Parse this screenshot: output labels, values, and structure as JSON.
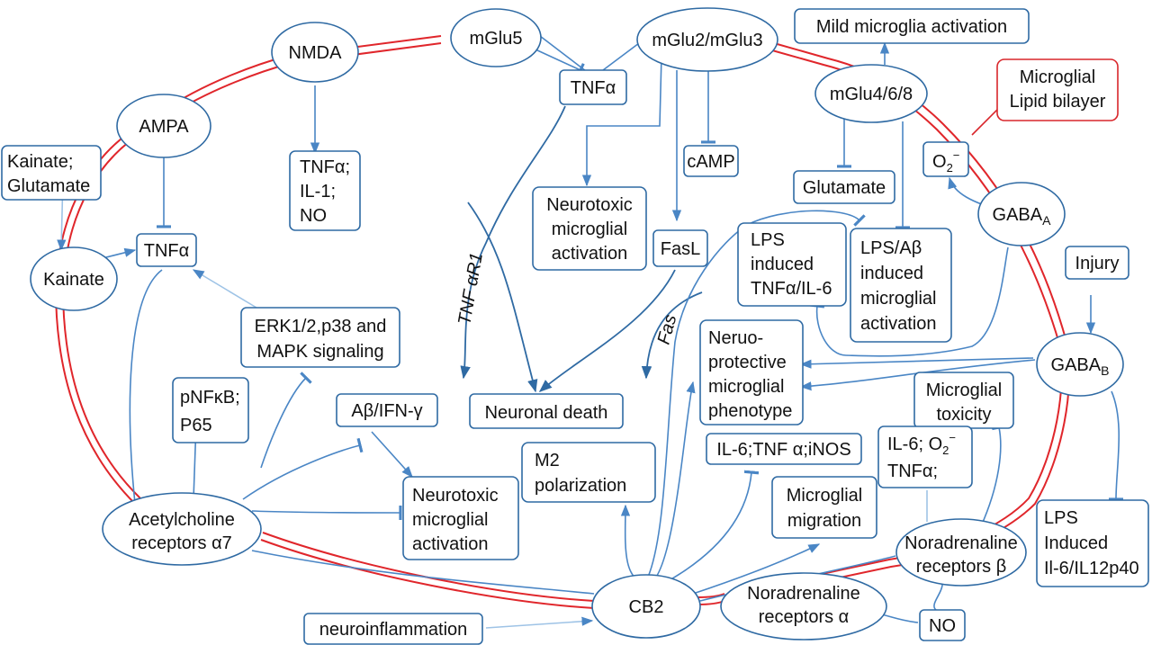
{
  "nodes": {
    "nmda": "NMDA",
    "mglu5": "mGlu5",
    "mglu23": "mGlu2/mGlu3",
    "mglu468": "mGlu4/6/8",
    "ampa": "AMPA",
    "kainate": "Kainate",
    "gabaa": {
      "main": "GABA",
      "sub": "A"
    },
    "gabab": {
      "main": "GABA",
      "sub": "B"
    },
    "ach": [
      "Acetylcholine",
      "receptors α7"
    ],
    "cb2": "CB2",
    "nor_b": [
      "Noradrenaline",
      "receptors β"
    ],
    "nor_a": [
      "Noradrenaline",
      "receptors α"
    ]
  },
  "boxes": {
    "mild_activation": "Mild microglia activation",
    "lipid_bilayer": [
      "Microglial",
      "Lipid bilayer"
    ],
    "tnfa_top": "TNFα",
    "tnf_il1_no": [
      "TNFα;",
      "IL-1;",
      "NO"
    ],
    "camp": "cAMP",
    "o2": {
      "main": "O",
      "sub": "2",
      "sup": "−"
    },
    "glutamate": "Glutamate",
    "kainate_glutamate": [
      "Kainate;",
      "Glutamate"
    ],
    "tnfa_left": "TNFα",
    "neurotoxic_top": [
      "Neurotoxic",
      "microglial",
      "activation"
    ],
    "fasl": "FasL",
    "lps_tnf_il6": [
      "LPS",
      "induced",
      "TNFα/IL-6"
    ],
    "lps_abeta": [
      "LPS/Aβ",
      "induced",
      "microglial",
      "activation"
    ],
    "injury": "Injury",
    "erk": [
      "ERK1/2,p38 and",
      "MAPK signaling"
    ],
    "neuroprotective": [
      "Neruo-",
      "protective",
      "microglial",
      "phenotype"
    ],
    "neuronal_death": "Neuronal death",
    "pnfkb": [
      "pNFκB;",
      "P65"
    ],
    "abeta_ifn": "Aβ/IFN-γ",
    "microglial_toxicity": [
      "Microglial",
      "toxicity"
    ],
    "m2": [
      "M2",
      "polarization"
    ],
    "il6_tnf_inos": "IL-6;TNF α;iNOS",
    "il6_o2_tnf": {
      "line1a": "IL-6; O",
      "sub": "2",
      "sup": "−",
      "line2": "TNFα;"
    },
    "neurotoxic_bottom": [
      "Neurotoxic",
      "microglial",
      "activation"
    ],
    "microglial_migration": [
      "Microglial",
      "migration"
    ],
    "lps_il6_il12": [
      "LPS",
      "Induced",
      "Il-6/IL12p40"
    ],
    "neuroinflammation": "neuroinflammation",
    "no_bottom": "NO"
  },
  "edge_labels": {
    "tnfar1": "TNF αR1",
    "fas": "Fas"
  }
}
